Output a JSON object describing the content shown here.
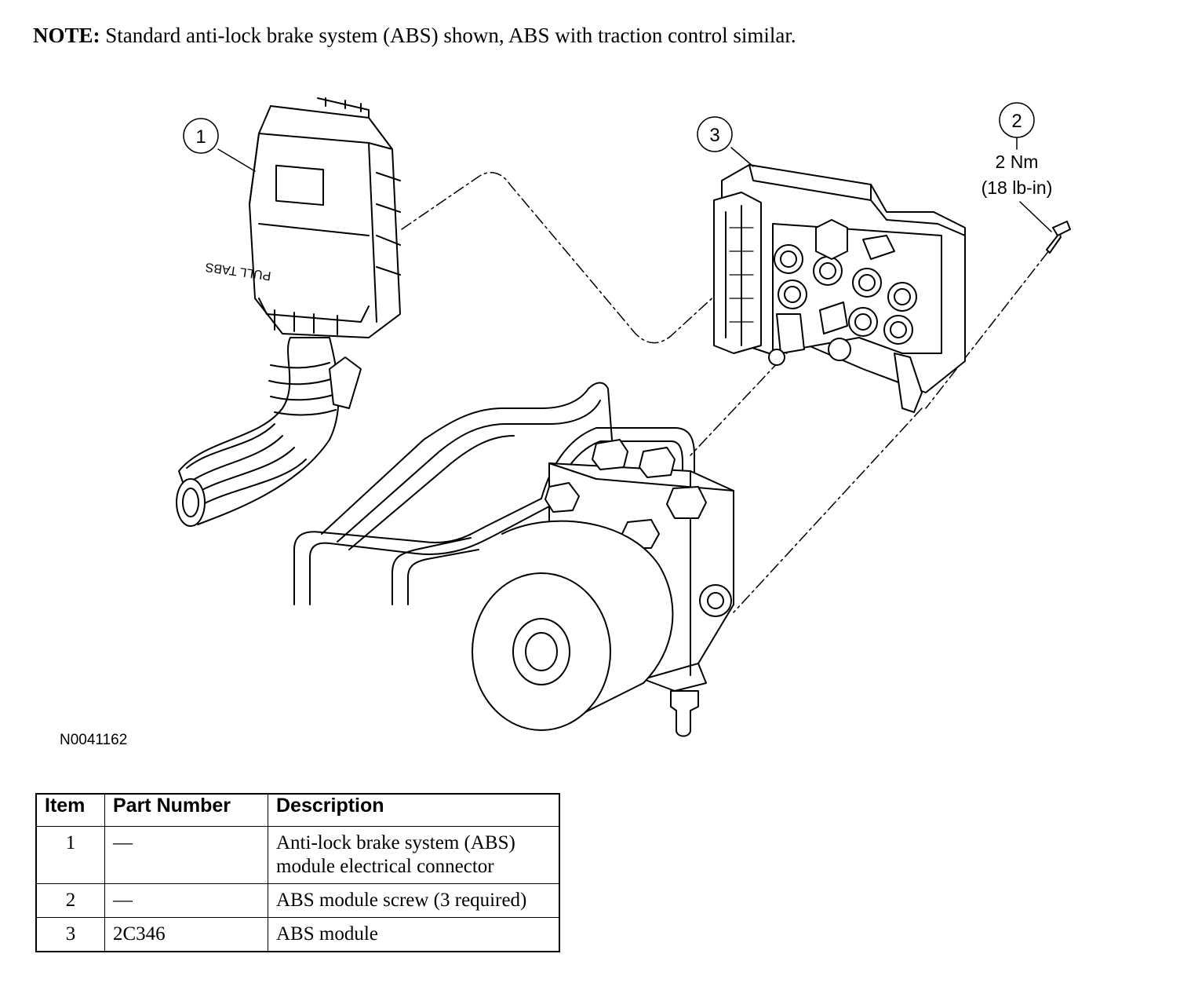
{
  "note": {
    "label": "NOTE:",
    "text": " Standard anti-lock brake system (ABS) shown, ABS with traction control similar."
  },
  "callouts": [
    {
      "number": "1"
    },
    {
      "number": "2"
    },
    {
      "number": "3"
    }
  ],
  "torque": {
    "line1": "2 Nm",
    "line2": "(18 lb-in)"
  },
  "connector_text": "PULL TABS",
  "figure_id": "N0041162",
  "table": {
    "headers": [
      "Item",
      "Part Number",
      "Description"
    ],
    "rows": [
      {
        "item": "1",
        "part": "—",
        "description": "Anti-lock brake system (ABS) module electrical connector"
      },
      {
        "item": "2",
        "part": "—",
        "description": "ABS module screw (3 required)"
      },
      {
        "item": "3",
        "part": "2C346",
        "description": "ABS module"
      }
    ]
  }
}
